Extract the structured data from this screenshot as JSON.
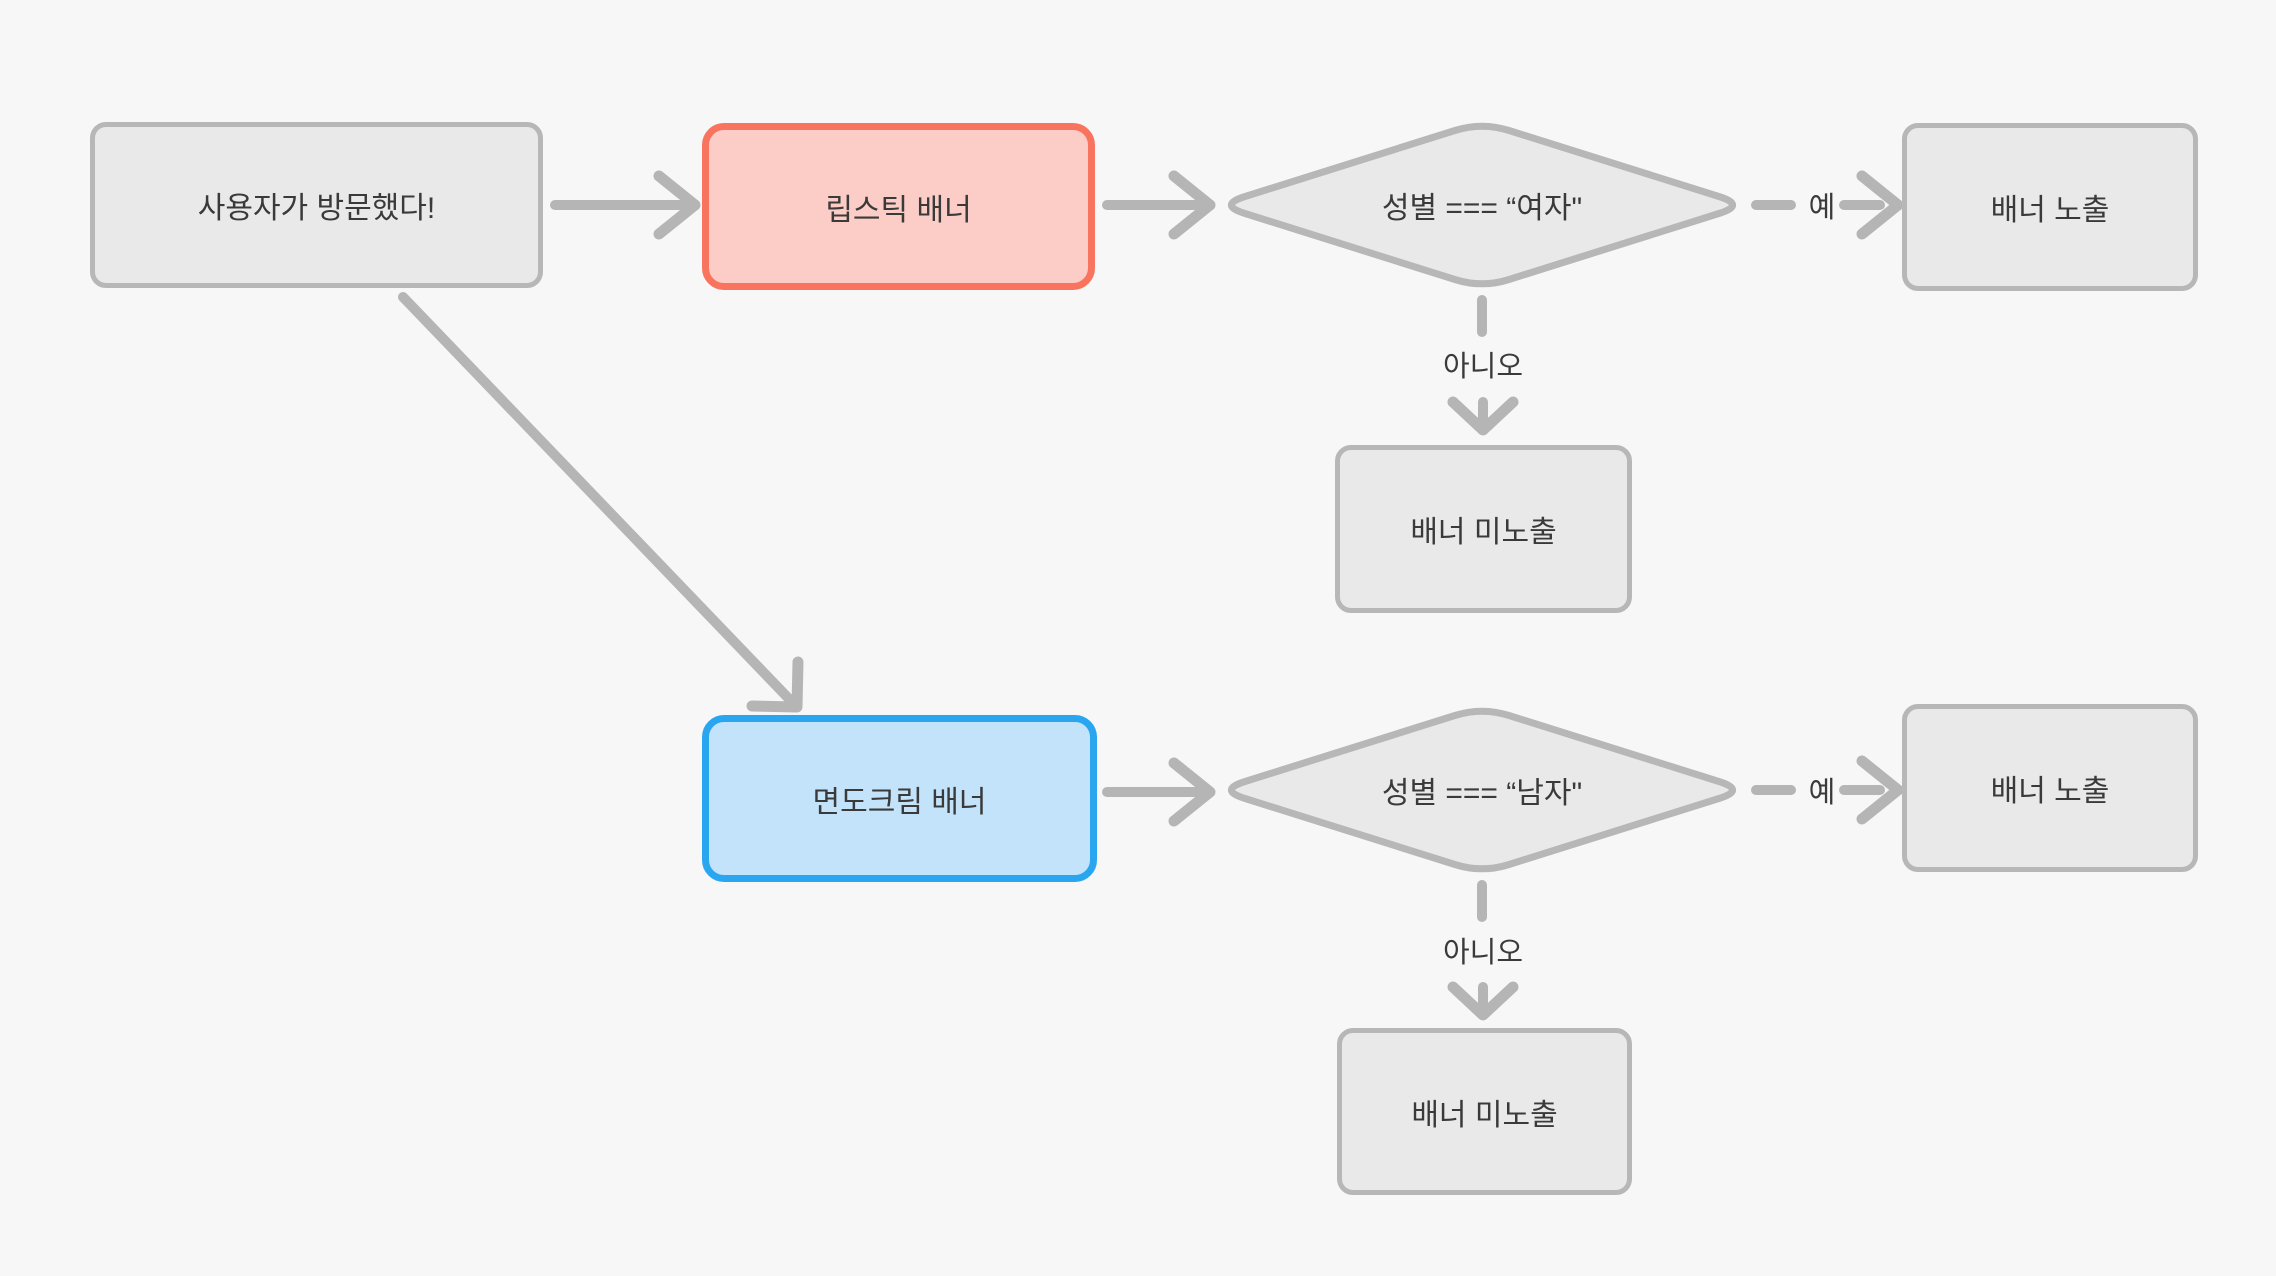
{
  "palette": {
    "canvas_bg": "#f7f7f8",
    "node_fill": "#e9e9e9",
    "node_border": "#b7b7b7",
    "edge": "#b5b5b5",
    "text": "#3a3a3a",
    "red_fill": "#fccdc6",
    "red_border": "#f8745e",
    "blue_fill": "#c3e3fb",
    "blue_border": "#2aa6f1"
  },
  "nodes": {
    "start": {
      "label": "사용자가 방문했다!"
    },
    "lipstick": {
      "label": "립스틱 배너"
    },
    "cond_female": {
      "label": "성별 === “여자\""
    },
    "show_female": {
      "label": "배너 노출"
    },
    "hide_female": {
      "label": "배너 미노출"
    },
    "shaving": {
      "label": "면도크림 배너"
    },
    "cond_male": {
      "label": "성별 === “남자\""
    },
    "show_male": {
      "label": "배너 노출"
    },
    "hide_male": {
      "label": "배너 미노출"
    }
  },
  "edge_labels": {
    "yes_female": "예",
    "no_female": "아니오",
    "yes_male": "예",
    "no_male": "아니오"
  }
}
